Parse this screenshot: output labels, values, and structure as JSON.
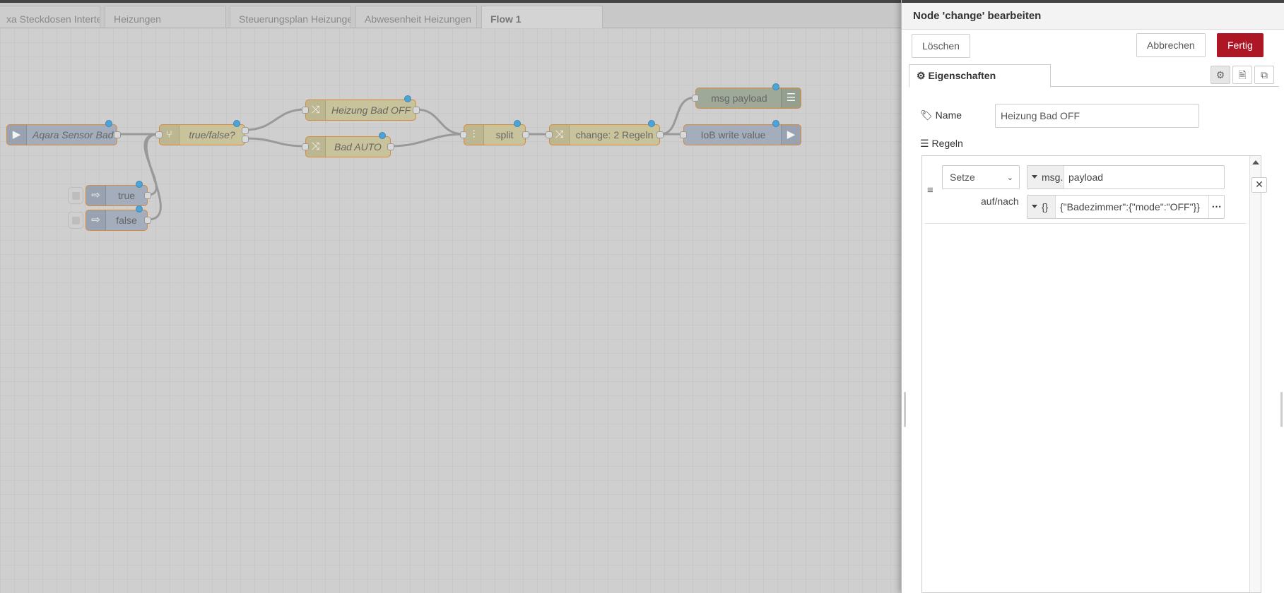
{
  "tabs": [
    {
      "label": "xa Steckdosen Intertechno",
      "active": false
    },
    {
      "label": "Heizungen",
      "active": false
    },
    {
      "label": "Steuerungsplan Heizungen",
      "active": false
    },
    {
      "label": "Abwesenheit Heizungen",
      "active": false
    },
    {
      "label": "Flow 1",
      "active": true
    }
  ],
  "nodes": {
    "aqara": {
      "label": "Aqara Sensor Bad",
      "icon": "input-arrow-icon"
    },
    "truefalse": {
      "label": "true/false?",
      "icon": "switch-icon"
    },
    "heizung_off": {
      "label": "Heizung Bad OFF",
      "icon": "shuffle-icon"
    },
    "bad_auto": {
      "label": "Bad AUTO",
      "icon": "shuffle-icon"
    },
    "split": {
      "label": "split",
      "icon": "split-icon"
    },
    "change2": {
      "label": "change: 2 Regeln",
      "icon": "shuffle-icon"
    },
    "msg_payload": {
      "label": "msg payload",
      "icon": "debug-icon"
    },
    "iob_write": {
      "label": "IoB write value",
      "icon": "output-arrow-icon"
    },
    "true_inject": {
      "label": "true",
      "icon": "inject-arrow-icon"
    },
    "false_inject": {
      "label": "false",
      "icon": "inject-arrow-icon"
    }
  },
  "tray": {
    "title": "Node 'change' bearbeiten",
    "delete_label": "Löschen",
    "cancel_label": "Abbrechen",
    "done_label": "Fertig",
    "tab_properties": "Eigenschaften",
    "name_label": "Name",
    "name_value": "Heizung Bad OFF",
    "rules_label": "Regeln",
    "rule": {
      "action": "Setze",
      "target_type": "msg.",
      "target_value": "payload",
      "to_label": "auf/nach",
      "value_type": "{}",
      "value": "{\"Badezimmer\":{\"mode\":\"OFF\"}}"
    }
  },
  "colors": {
    "done_button": "#ad1625",
    "node_border": "#d98a3a",
    "status_dot": "#4fa3d6"
  }
}
